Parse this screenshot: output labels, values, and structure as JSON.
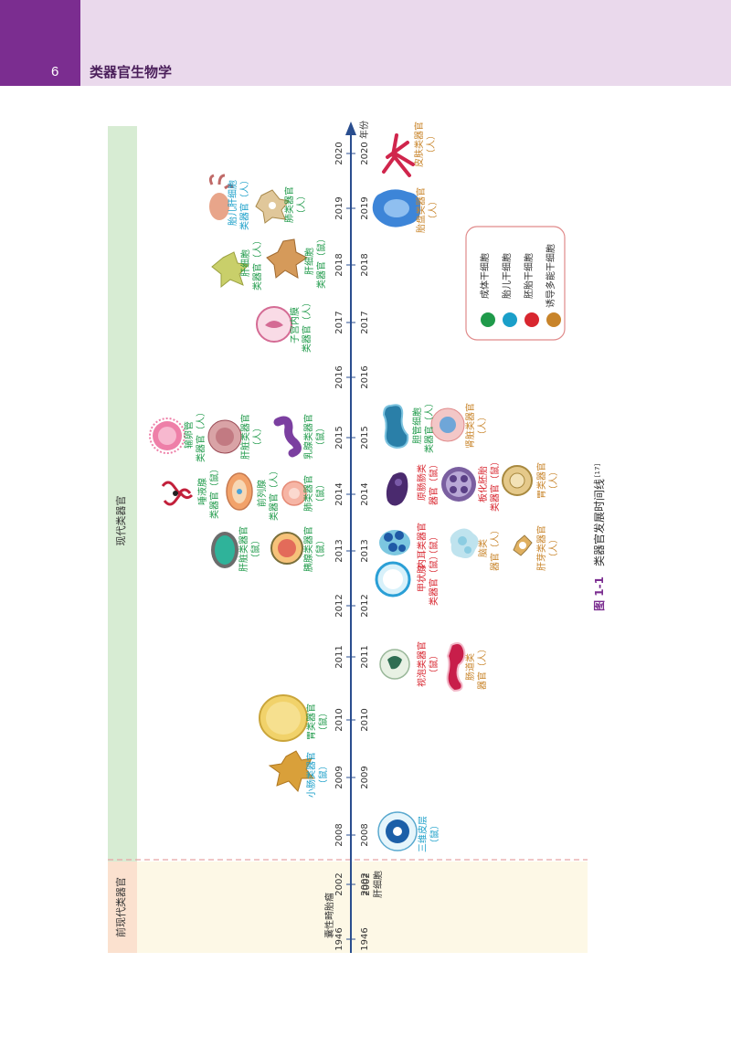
{
  "header": {
    "page_number": "6",
    "book_title": "类器官生物学"
  },
  "figure": {
    "caption_label": "图 1-1",
    "caption_text": "类器官发展时间线",
    "caption_ref": "[17]",
    "era_modern": "现代类器官",
    "era_premodern": "前现代类器官",
    "axis_label": "年份",
    "years_left": [
      "1946",
      "2002",
      "2008",
      "2009",
      "2010",
      "2011",
      "2012",
      "2013",
      "2014",
      "2015",
      "2016",
      "2017",
      "2018",
      "2019",
      "2020"
    ],
    "years_right": [
      "1946",
      "2002",
      "2008",
      "2009",
      "2010",
      "2011",
      "2012",
      "2013",
      "2014",
      "2015",
      "2016",
      "2017",
      "2018",
      "2019",
      "2020"
    ],
    "legend": [
      {
        "label": "成体干细胞",
        "color": "#1f9a4a"
      },
      {
        "label": "胎儿干细胞",
        "color": "#1a9fc9"
      },
      {
        "label": "胚胎干细胞",
        "color": "#d8262f"
      },
      {
        "label": "诱导多能干细胞",
        "color": "#c8842a"
      }
    ],
    "colors": {
      "adult": "#1f9a4a",
      "fetal": "#1a9fc9",
      "embryonic": "#d8262f",
      "ipsc": "#c8842a",
      "axis": "#2a4e8f"
    },
    "labels": {
      "l1946": [
        "囊性畸胎瘤"
      ],
      "l2002": [
        "2002",
        "肝细胞"
      ],
      "l2008": [
        "三维皮层",
        "（鼠）"
      ],
      "l2009": [
        "小肠类器官",
        "（鼠）"
      ],
      "l2010": [
        "胃类器官",
        "（鼠）"
      ],
      "l2011a": [
        "视泡类器官",
        "（鼠）"
      ],
      "l2011b": [
        "肠道类",
        "器官（人）"
      ],
      "l2012": [
        "甲状腺",
        "类器官（鼠）"
      ],
      "l2013a": [
        "肝脏类器官",
        "（鼠）"
      ],
      "l2013b": [
        "胰腺类器官",
        "（鼠）"
      ],
      "l2013c": [
        "内耳类器官",
        "（鼠）"
      ],
      "l2013d": [
        "脑类",
        "器官（人）"
      ],
      "l2013e": [
        "肝芽类器官",
        "（人）"
      ],
      "l2014a": [
        "唾液腺",
        "类器官（鼠）"
      ],
      "l2014b": [
        "前列腺",
        "类器官（人）"
      ],
      "l2014c": [
        "肺类器官",
        "（鼠）"
      ],
      "l2014d": [
        "原肠肠类",
        "器官（鼠）"
      ],
      "l2014e": [
        "板化胚胎",
        "类器官（鼠）"
      ],
      "l2014f": [
        "胃类器官",
        "（人）"
      ],
      "l2015a": [
        "输卵管",
        "类器官（人）"
      ],
      "l2015b": [
        "肝脏类器官",
        "（人）"
      ],
      "l2015c": [
        "乳腺类器官",
        "（鼠）"
      ],
      "l2015d": [
        "胆管细胞",
        "类器官（人）"
      ],
      "l2015e": [
        "肾脏类器官",
        "（人）"
      ],
      "l2017": [
        "子宫内膜",
        "类器官（人）"
      ],
      "l2018a": [
        "肝细胞",
        "类器官（人）"
      ],
      "l2018b": [
        "肝细胞",
        "类器官（鼠）"
      ],
      "l2019a": [
        "胎儿肝细胞",
        "类器官（人）"
      ],
      "l2019b": [
        "肺类器官",
        "（人）"
      ],
      "l2019c": [
        "胎盘类器官",
        "（人）"
      ],
      "l2020": [
        "皮肤类器官",
        "（人）"
      ]
    }
  }
}
